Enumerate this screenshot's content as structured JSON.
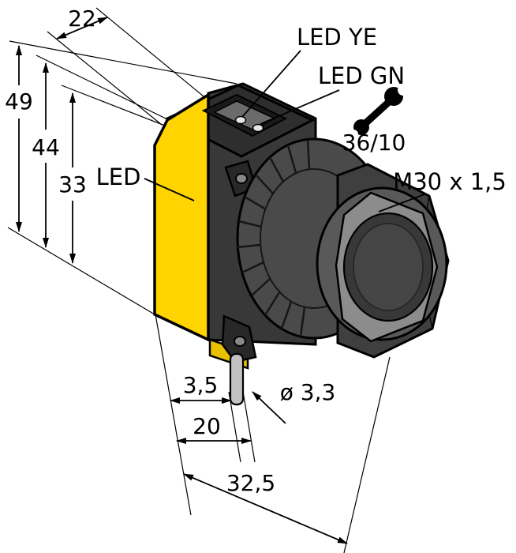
{
  "dimensions": {
    "top_width": "22",
    "total_height": "49",
    "body_height": "44",
    "lens_height": "33",
    "cable_offset": "3,5",
    "cable_diameter": "ø 3,3",
    "body_depth": "20",
    "total_depth": "32,5"
  },
  "labels": {
    "led": "LED",
    "led_yellow": "LED YE",
    "led_green": "LED GN",
    "wrench_size": "36/10",
    "thread_spec": "M30 x 1,5"
  },
  "colors": {
    "housing_yellow": "#ffd400",
    "housing_yellow_dark": "#e8c200"
  }
}
